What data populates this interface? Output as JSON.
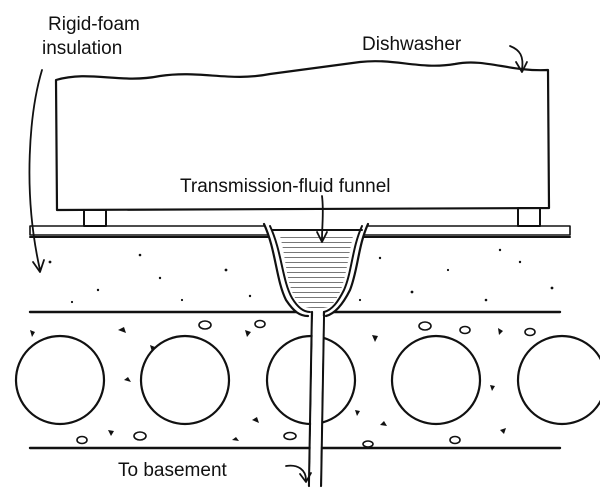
{
  "labels": {
    "insulation_line1": "Rigid-foam",
    "insulation_line2": "insulation",
    "dishwasher": "Dishwasher",
    "funnel": "Transmission-fluid funnel",
    "basement": "To basement"
  },
  "colors": {
    "ink": "#111111",
    "paper": "#ffffff",
    "fluid": "#cfcfcf"
  }
}
